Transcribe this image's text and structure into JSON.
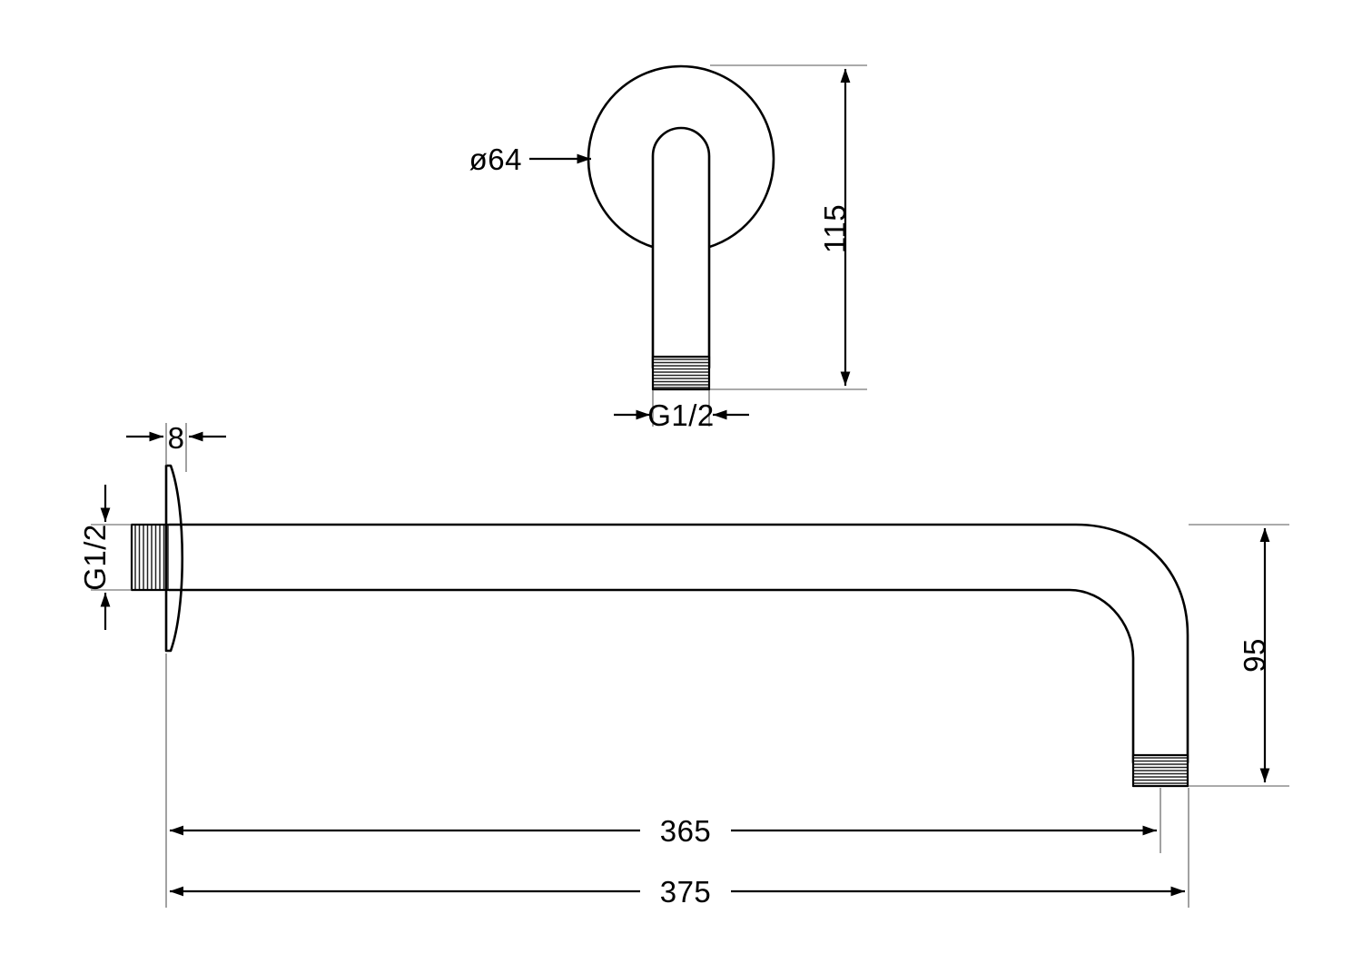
{
  "drawing": {
    "title": "Wall-mounted shower arm — dimensioned technical drawing",
    "units": "mm",
    "line_color": "#000000",
    "background_color": "#ffffff",
    "extension_line_color": "#555555"
  },
  "views": {
    "top": {
      "name": "front-view-wall-plate",
      "flange": {
        "label": "round-wall-flange",
        "diameter_label": "ø64"
      },
      "tube": {
        "label": "vertical-tube"
      },
      "thread": {
        "label": "g-half-thread-top"
      }
    },
    "side": {
      "name": "side-view-arm",
      "flange": {
        "label": "wall-escutcheon",
        "thickness_label": "8"
      },
      "nipple": {
        "label": "inlet-thread-nipple"
      },
      "arm": {
        "label": "shower-arm-body"
      },
      "outlet": {
        "label": "outlet-thread"
      }
    }
  },
  "dimensions": {
    "diameter_flange": {
      "value": "ø64",
      "name": "diameter-64-callout",
      "orientation": "horizontal-leader"
    },
    "height_115": {
      "value": "115",
      "name": "height-115-dimension",
      "orientation": "vertical"
    },
    "thread_top": {
      "value": "G1/2",
      "name": "thread-g-half-top",
      "orientation": "horizontal"
    },
    "flange_thickness": {
      "value": "8",
      "name": "flange-thickness-8",
      "orientation": "horizontal"
    },
    "thread_inlet": {
      "value": "G1/2",
      "name": "thread-g-half-inlet",
      "orientation": "vertical-rotated"
    },
    "drop_95": {
      "value": "95",
      "name": "drop-95-dimension",
      "orientation": "vertical-rotated"
    },
    "length_365": {
      "value": "365",
      "name": "length-365-dimension",
      "orientation": "horizontal"
    },
    "length_375": {
      "value": "375",
      "name": "length-375-dimension",
      "orientation": "horizontal"
    }
  }
}
